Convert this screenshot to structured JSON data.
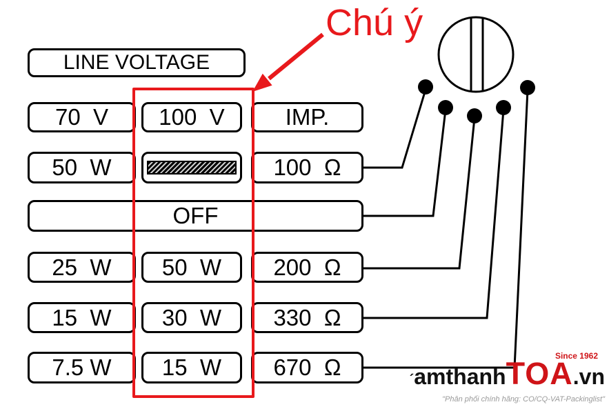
{
  "colors": {
    "accent_red": "#e8191c",
    "brand_red": "#cf1418",
    "line_black": "#000000",
    "tagline_gray": "#9a9a9a"
  },
  "annotation": {
    "label": "Chú ý"
  },
  "grid": {
    "header": "LINE VOLTAGE",
    "voltage_row": {
      "v70": "70  V",
      "v100": "100  V",
      "imp": "IMP."
    },
    "watt50_row": {
      "w50": "50  W",
      "ohm100": "100  Ω"
    },
    "off_label": "OFF",
    "watt25_row": {
      "w25": "25  W",
      "w50": "50  W",
      "ohm200": "200  Ω"
    },
    "watt15_row": {
      "w15": "15  W",
      "w30": "30  W",
      "ohm330": "330  Ω"
    },
    "watt7_row": {
      "w75": "7.5 W",
      "w15": "15  W",
      "ohm670": "670  Ω"
    }
  },
  "watermark": {
    "prefix": "´",
    "brand_black_1": "amthanh",
    "brand_red": "TOA",
    "brand_black_2": ".vn",
    "since": "Since 1962",
    "tagline": "\"Phân phối chính hãng: CO/CQ-VAT-Packinglist\""
  }
}
